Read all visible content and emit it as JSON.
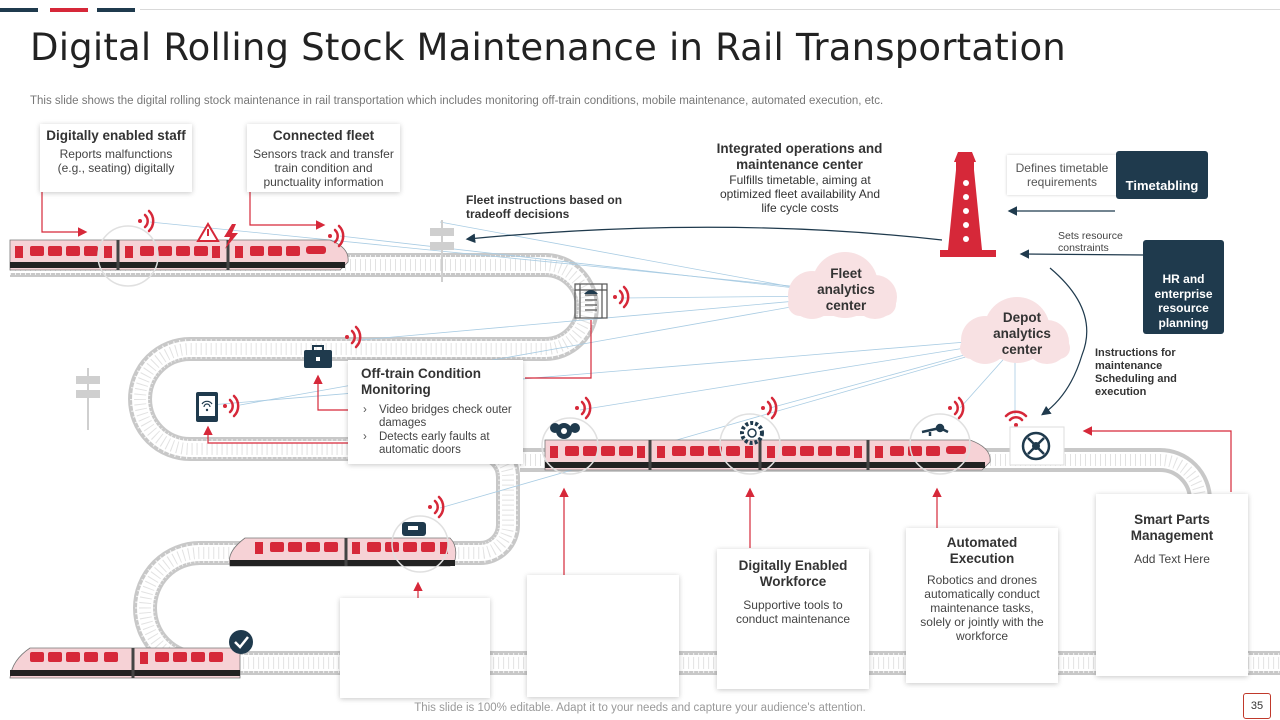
{
  "header": {
    "title": "Digital Rolling Stock Maintenance in Rail Transportation",
    "subtitle": "This slide shows the digital rolling stock maintenance in rail transportation which includes monitoring off-train conditions, mobile maintenance, automated execution, etc."
  },
  "cards": {
    "staff": {
      "title": "Digitally enabled staff",
      "body": "Reports malfunctions (e.g., seating) digitally"
    },
    "fleet": {
      "title": "Connected fleet",
      "body": "Sensors track and transfer train condition and punctuality information"
    },
    "offtrain": {
      "title": "Off-train Condition Monitoring",
      "bullets": [
        "Video bridges check outer damages",
        "Detects early faults at automatic doors"
      ]
    },
    "workforce": {
      "title": "Digitally Enabled Workforce",
      "body": "Supportive tools to conduct maintenance"
    },
    "automated": {
      "title": "Automated Execution",
      "body": "Robotics and drones automatically conduct maintenance tasks, solely or jointly with the workforce"
    },
    "smartparts": {
      "title": "Smart Parts Management",
      "body": "Add Text Here"
    }
  },
  "labels": {
    "integrated_title": "Integrated operations and maintenance center",
    "integrated_body": "Fulfills timetable, aiming at optimized fleet availability And life cycle costs",
    "fleet_instructions": "Fleet instructions based on tradeoff decisions",
    "fleet_center": "Fleet analytics center",
    "depot_center": "Depot analytics center",
    "defines_timetable": "Defines timetable requirements",
    "timetabling": "Timetabling",
    "sets_resource": "Sets resource constraints",
    "hr_planning": "HR and enterprise resource planning",
    "instructions_maintenance": "Instructions for maintenance Scheduling and execution"
  },
  "footer": {
    "note": "This slide is 100% editable. Adapt it to your needs and capture your audience's attention.",
    "page": "35"
  },
  "colors": {
    "accent_red": "#d62839",
    "dark_navy": "#1f3a4d",
    "track_gray": "#d4d4d4",
    "cloud_pink": "#f8e1e3"
  }
}
